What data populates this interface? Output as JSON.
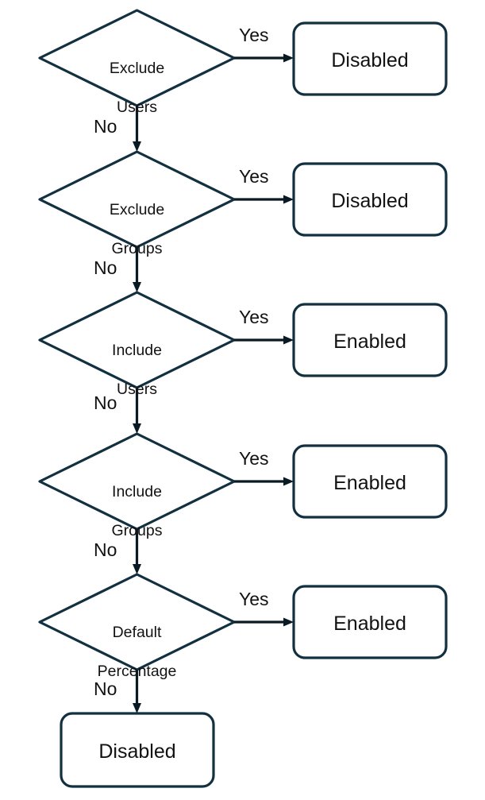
{
  "diagram": {
    "title": "Feature flag targeting evaluation flowchart",
    "colors": {
      "background": "#ffffff",
      "shape_stroke": "#12303f",
      "connector": "#0a1a22",
      "text": "#121212",
      "shape_fill": "#ffffff"
    },
    "decisions": [
      {
        "id": "exclude-users",
        "line1": "Exclude",
        "line2": "Users"
      },
      {
        "id": "exclude-groups",
        "line1": "Exclude",
        "line2": "Groups"
      },
      {
        "id": "include-users",
        "line1": "Include",
        "line2": "Users"
      },
      {
        "id": "include-groups",
        "line1": "Include",
        "line2": "Groups"
      },
      {
        "id": "default-percentage",
        "line1": "Default",
        "line2": "Percentage"
      }
    ],
    "outcomes": [
      {
        "id": "outcome-1",
        "label": "Disabled"
      },
      {
        "id": "outcome-2",
        "label": "Disabled"
      },
      {
        "id": "outcome-3",
        "label": "Enabled"
      },
      {
        "id": "outcome-4",
        "label": "Enabled"
      },
      {
        "id": "outcome-5",
        "label": "Enabled"
      }
    ],
    "final_outcome": {
      "id": "outcome-final",
      "label": "Disabled"
    },
    "edge_labels": {
      "yes": "Yes",
      "no": "No"
    },
    "yes_labels": [
      "Yes",
      "Yes",
      "Yes",
      "Yes",
      "Yes"
    ],
    "no_labels": [
      "No",
      "No",
      "No",
      "No",
      "No"
    ]
  }
}
